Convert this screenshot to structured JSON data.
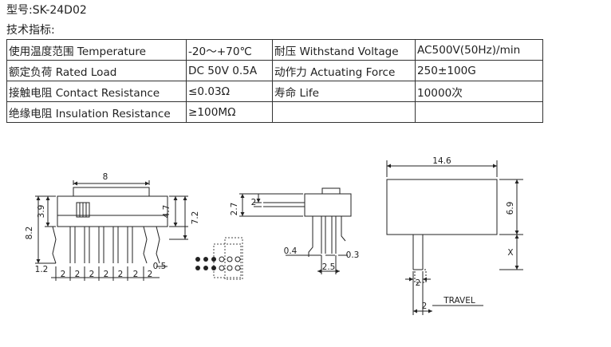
{
  "model_line": "型号:SK-24D02",
  "specs_label": "技术指标:",
  "specs": [
    [
      "使用温度范围 Temperature",
      "-20～+70℃",
      "耐压 Withstand Voltage",
      "AC500V(50Hz)/min"
    ],
    [
      "额定负荷 Rated Load",
      "DC 50V 0.5A",
      "动作力 Actuating Force",
      "250±100G"
    ],
    [
      "接触电阻 Contact Resistance",
      "≤0.03Ω",
      "寿命 Life",
      "10000次"
    ],
    [
      "绝缘电阻 Insulation Resistance",
      "≥100MΩ",
      "",
      ""
    ]
  ],
  "dims": {
    "front_width": "8",
    "front_height_total": "8.2",
    "front_height_body": "3.9",
    "front_side_1": "4.7",
    "front_side_2": "7.2",
    "front_offset": "1.2",
    "pitch": "2",
    "pin_width": "0.5",
    "side_top": "2",
    "side_height": "2.7",
    "side_pin": "0.4",
    "side_pin_2": "0.3",
    "side_spacing": "2.5",
    "right_width": "14.6",
    "right_height": "6.9",
    "right_x": "X",
    "right_pitch": "2",
    "right_travel": "2",
    "travel_label": "TRAVEL"
  }
}
